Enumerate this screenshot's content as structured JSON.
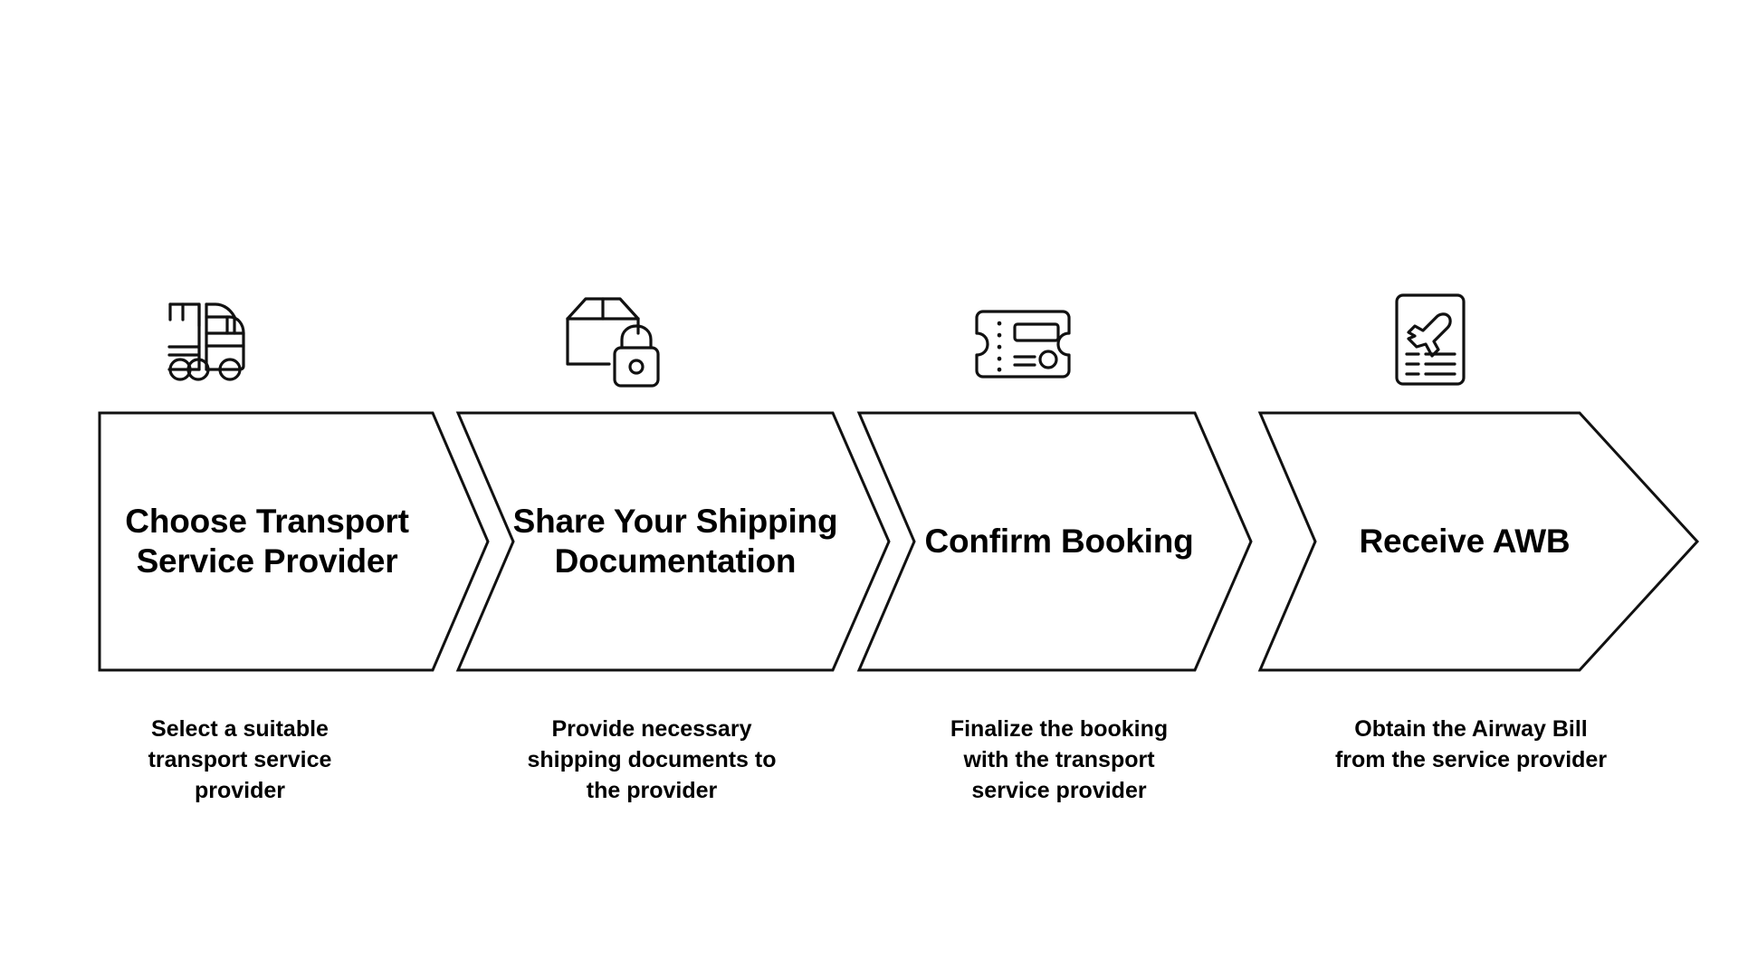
{
  "diagram": {
    "type": "process-chevron-flow",
    "orientation": "horizontal",
    "step_count": 4,
    "background_color": "#ffffff",
    "stroke_color": "#111111",
    "text_color": "#000000",
    "steps": [
      {
        "index": 1,
        "icon": "truck-icon",
        "title": "Choose Transport Service Provider",
        "title_lines": [
          "Choose",
          "Transport",
          "Service",
          "Provider"
        ],
        "caption": "Select a suitable transport service provider",
        "caption_lines": [
          "Select a suitable",
          "transport service",
          "provider"
        ]
      },
      {
        "index": 2,
        "icon": "package-lock-icon",
        "title": "Share Your Shipping Documentation",
        "title_lines": [
          "Share Your",
          "Shipping",
          "Documentation"
        ],
        "caption": "Provide necessary shipping documents to the provider",
        "caption_lines": [
          "Provide necessary",
          "shipping documents",
          "to the provider"
        ]
      },
      {
        "index": 3,
        "icon": "ticket-icon",
        "title": "Confirm Booking",
        "title_lines": [
          "Confirm",
          "Booking"
        ],
        "caption": "Finalize the booking with the transport service provider",
        "caption_lines": [
          "Finalize the booking",
          "with the transport",
          "service provider"
        ]
      },
      {
        "index": 4,
        "icon": "airway-bill-document-icon",
        "title": "Receive AWB",
        "title_lines": [
          "Receive AWB"
        ],
        "caption": "Obtain the Airway Bill from the service provider",
        "caption_lines": [
          "Obtain the Airway",
          "Bill from the service",
          "provider"
        ]
      }
    ]
  }
}
